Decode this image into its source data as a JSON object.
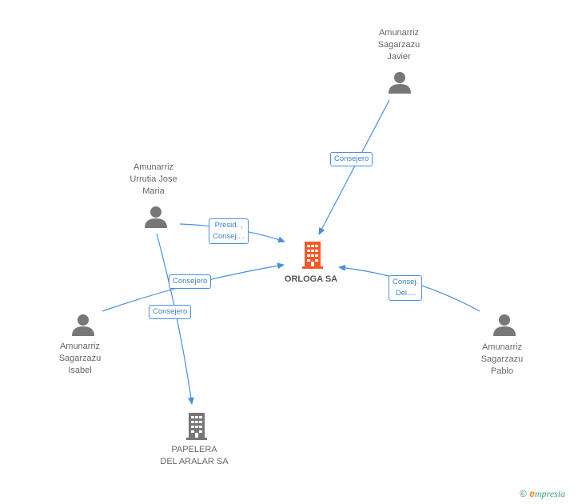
{
  "nodes": {
    "orloga": {
      "name": "ORLOGA SA",
      "icon": "building-icon",
      "color": "#f05a28"
    },
    "papelera": {
      "name_lines": [
        "PAPELERA",
        "DEL ARALAR SA"
      ],
      "icon": "building-icon",
      "color": "#777777"
    },
    "javier": {
      "name_lines": [
        "Amunarriz",
        "Sagarzazu",
        "Javier"
      ],
      "icon": "person-icon"
    },
    "jose_maria": {
      "name_lines": [
        "Amunarriz",
        "Urrutia Jose",
        "Maria"
      ],
      "icon": "person-icon"
    },
    "isabel": {
      "name_lines": [
        "Amunarriz",
        "Sagarzazu",
        "Isabel"
      ],
      "icon": "person-icon"
    },
    "pablo": {
      "name_lines": [
        "Amunarriz",
        "Sagarzazu",
        "Pablo"
      ],
      "icon": "person-icon"
    }
  },
  "edges": {
    "javier_orloga": [
      "Consejero"
    ],
    "josemaria_orloga": [
      "Presid. ,",
      "Consej...."
    ],
    "isabel_orloga": [
      "Consejero"
    ],
    "josemaria_papelera": [
      "Consejero"
    ],
    "pablo_orloga": [
      "Consej.",
      "Del...."
    ]
  },
  "colors": {
    "edge": "#4a8fdc",
    "person": "#777777",
    "text": "#666666"
  },
  "brand": {
    "copyright": "©",
    "e": "e",
    "rest": "mpresia"
  }
}
